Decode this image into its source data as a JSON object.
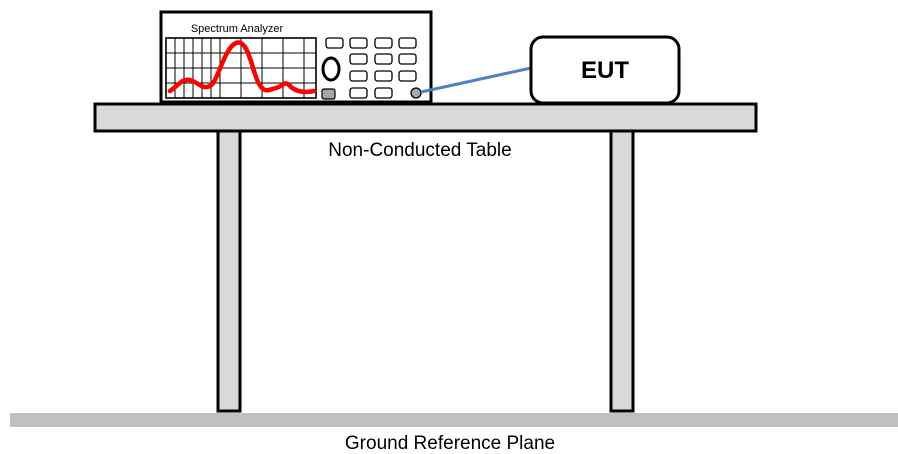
{
  "analyzer": {
    "title": "Spectrum Analyzer"
  },
  "eut": {
    "label": "EUT"
  },
  "table": {
    "label": "Non-Conducted Table"
  },
  "ground": {
    "label": "Ground Reference Plane"
  },
  "colors": {
    "outline": "#000000",
    "table_fill": "#d9d9d9",
    "ground_fill": "#c0c0c0",
    "cable": "#4f81bd",
    "trace": "#ff0000",
    "knob_fill": "#a6a6a6"
  }
}
